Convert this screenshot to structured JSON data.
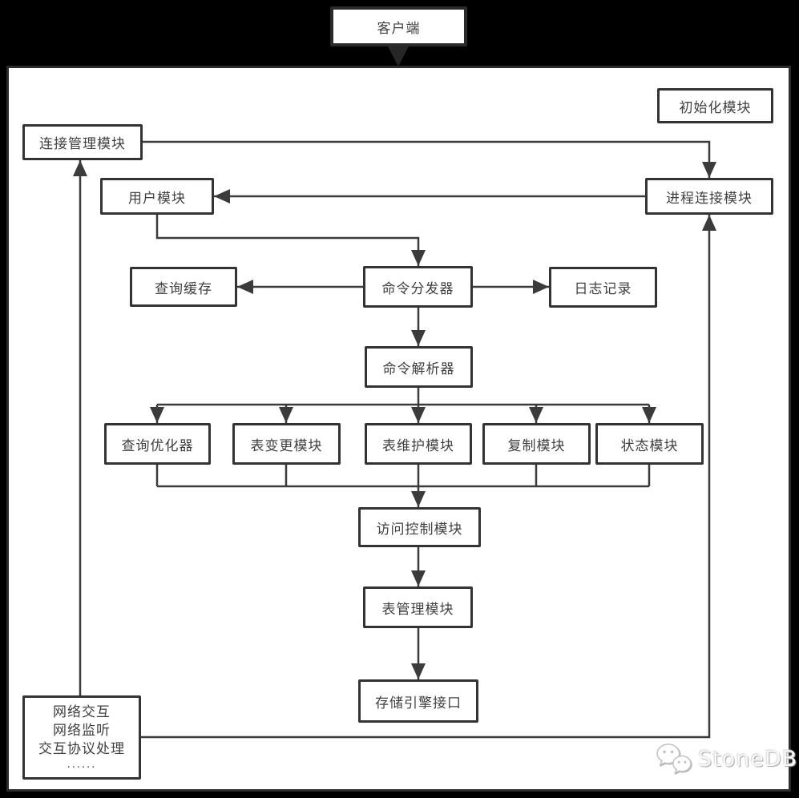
{
  "colors": {
    "bg": "#000000",
    "fill": "#ffffff",
    "border": "#333333",
    "line": "#3b3b3b",
    "text": "#404040",
    "watermark": "#f7f7f7"
  },
  "nodes": {
    "client": {
      "label": "客户端"
    },
    "init": {
      "label": "初始化模块"
    },
    "conn_mgmt": {
      "label": "连接管理模块"
    },
    "user": {
      "label": "用户模块"
    },
    "process_conn": {
      "label": "进程连接模块"
    },
    "query_cache": {
      "label": "查询缓存"
    },
    "dispatcher": {
      "label": "命令分发器"
    },
    "logging": {
      "label": "日志记录"
    },
    "parser": {
      "label": "命令解析器"
    },
    "optimizer": {
      "label": "查询优化器"
    },
    "table_change": {
      "label": "表变更模块"
    },
    "table_maint": {
      "label": "表维护模块"
    },
    "replication": {
      "label": "复制模块"
    },
    "status": {
      "label": "状态模块"
    },
    "access_control": {
      "label": "访问控制模块"
    },
    "table_mgmt": {
      "label": "表管理模块"
    },
    "storage_iface": {
      "label": "存储引擎接口"
    },
    "network": {
      "lines": [
        "网络交互",
        "网络监听",
        "交互协议处理",
        "......"
      ]
    }
  },
  "watermark": {
    "text": "StoneDB"
  }
}
